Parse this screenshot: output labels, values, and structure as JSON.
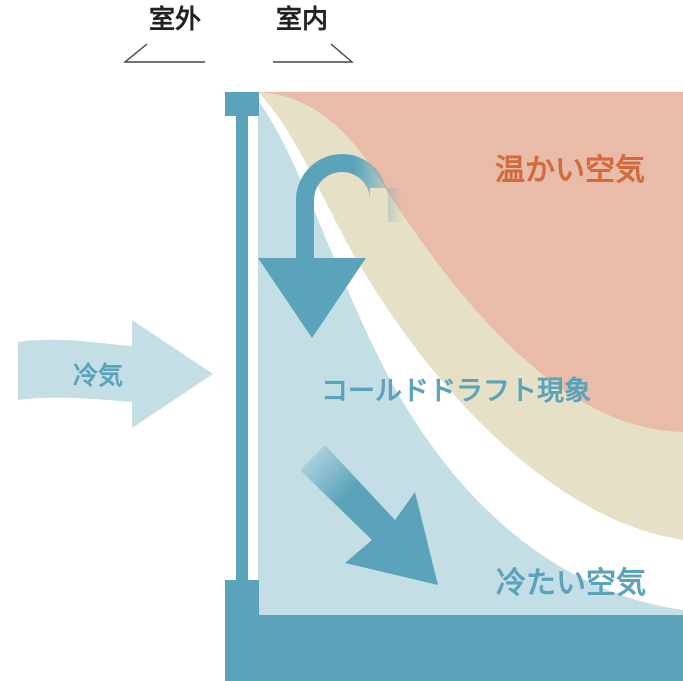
{
  "labels": {
    "outdoor": "室外",
    "indoor": "室内",
    "warm_air": "温かい空気",
    "cold_wind": "冷気",
    "phenomenon": "コールドドラフト現象",
    "cold_air": "冷たい空気"
  },
  "colors": {
    "warm": "#e8bca8",
    "beige": "#e6e0c6",
    "cool": "#c4dee6",
    "steel": "#5aa3bb",
    "orange_text": "#d46a3c",
    "dark_text": "#222222"
  }
}
